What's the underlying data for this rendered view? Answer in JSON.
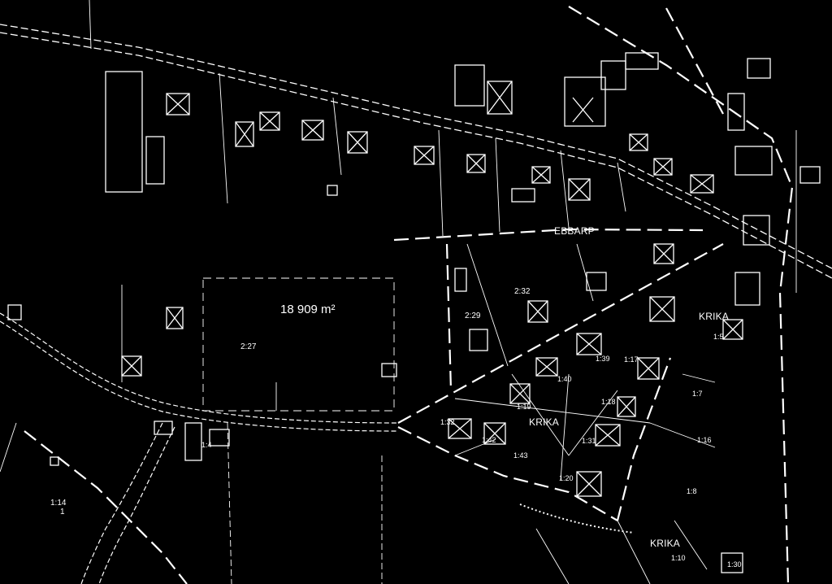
{
  "map": {
    "background_color": "#000000",
    "line_color": "#ffffff",
    "area_label": "18 909 m²",
    "place_names": {
      "ebbarp": "EBBARP",
      "krika_east": "KRIKA",
      "krika_center": "KRIKA",
      "krika_south": "KRIKA"
    },
    "parcel_labels": {
      "p2_27": "2:27",
      "p2_29": "2:29",
      "p2_32": "2:32",
      "p1_4": "1:4",
      "p1_14": "1:14",
      "p1_14_sub": "1",
      "p1_39": "1:39",
      "p1_17": "1:17",
      "p1_40": "1:40",
      "p1_19": "1:19",
      "p1_18": "1:18",
      "p1_7": "1:7",
      "p1_5": "1:5",
      "p1_32": "1:32",
      "p1_42": "1:42",
      "p1_43": "1:43",
      "p1_31": "1:31",
      "p1_16": "1:16",
      "p1_20": "1:20",
      "p1_8": "1:8",
      "p1_10": "1:10",
      "p1_30": "1:30"
    }
  }
}
